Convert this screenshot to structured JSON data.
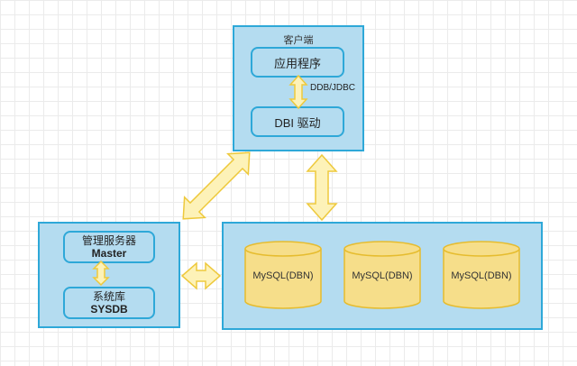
{
  "client": {
    "title": "客户端",
    "app": "应用程序",
    "link": "DDB/JDBC",
    "driver": "DBI 驱动"
  },
  "management": {
    "server_line1": "管理服务器",
    "server_line2": "Master",
    "db_line1": "系统库",
    "db_line2": "SYSDB"
  },
  "storage": {
    "nodes": [
      "MySQL(DBN)",
      "MySQL(DBN)",
      "MySQL(DBN)"
    ]
  },
  "colors": {
    "panel_fill": "#b4dcf0",
    "panel_border": "#2ea8d8",
    "cylinder_fill": "#f6de8a",
    "cylinder_border": "#e6bc2e",
    "arrow_fill": "#fdf2b8",
    "arrow_border": "#eec93c"
  }
}
